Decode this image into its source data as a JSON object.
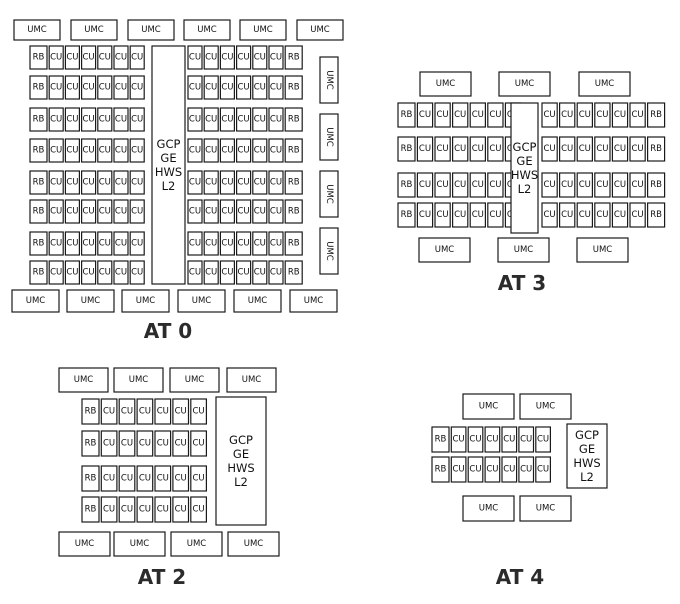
{
  "labels": {
    "umc": "UMC",
    "rb": "RB",
    "cu": "CU",
    "core_lines": [
      "GCP",
      "GE",
      "HWS",
      "L2"
    ]
  },
  "dies": [
    {
      "id": "at0",
      "title": "AT 0"
    },
    {
      "id": "at3",
      "title": "AT 3"
    },
    {
      "id": "at2",
      "title": "AT 2"
    },
    {
      "id": "at4",
      "title": "AT 4"
    }
  ]
}
